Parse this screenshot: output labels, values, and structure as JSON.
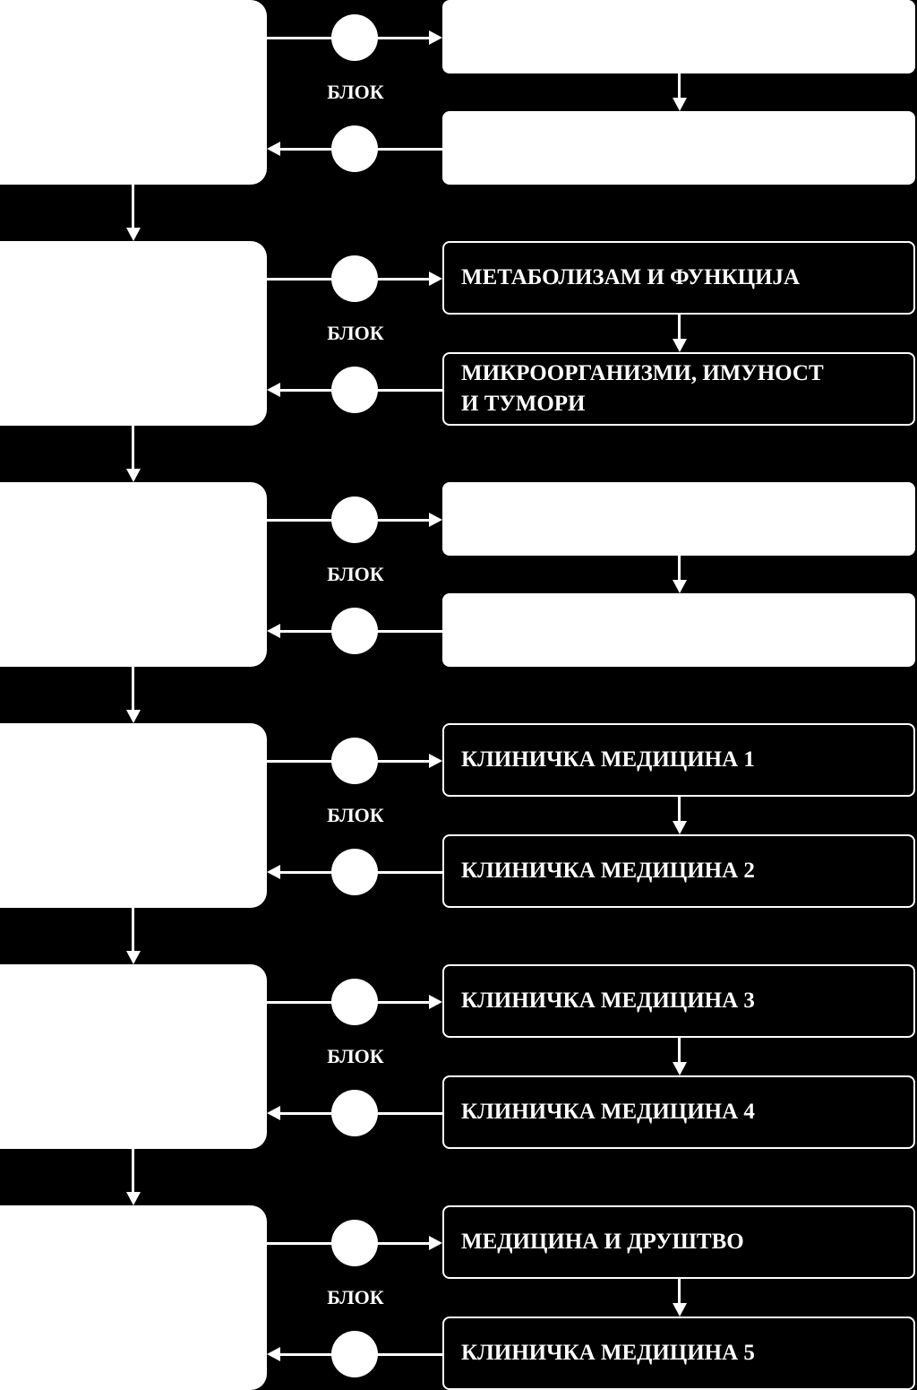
{
  "rows": [
    {
      "blok": "БЛОК",
      "course_top": "",
      "course_bottom": ""
    },
    {
      "blok": "БЛОК",
      "course_top": "МЕТАБОЛИЗАМ И ФУНКЦИЈА",
      "course_bottom": "МИКРООРГАНИЗМИ, ИМУНОСТ\nИ ТУМОРИ"
    },
    {
      "blok": "БЛОК",
      "course_top": "",
      "course_bottom": ""
    },
    {
      "blok": "БЛОК",
      "course_top": "КЛИНИЧКА МЕДИЦИНА 1",
      "course_bottom": "КЛИНИЧКА МЕДИЦИНА 2"
    },
    {
      "blok": "БЛОК",
      "course_top": "КЛИНИЧКА МЕДИЦИНА 3",
      "course_bottom": "КЛИНИЧКА МЕДИЦИНА 4"
    },
    {
      "blok": "БЛОК",
      "course_top": "МЕДИЦИНА И ДРУШТВО",
      "course_bottom": "КЛИНИЧКА МЕДИЦИНА 5"
    }
  ]
}
